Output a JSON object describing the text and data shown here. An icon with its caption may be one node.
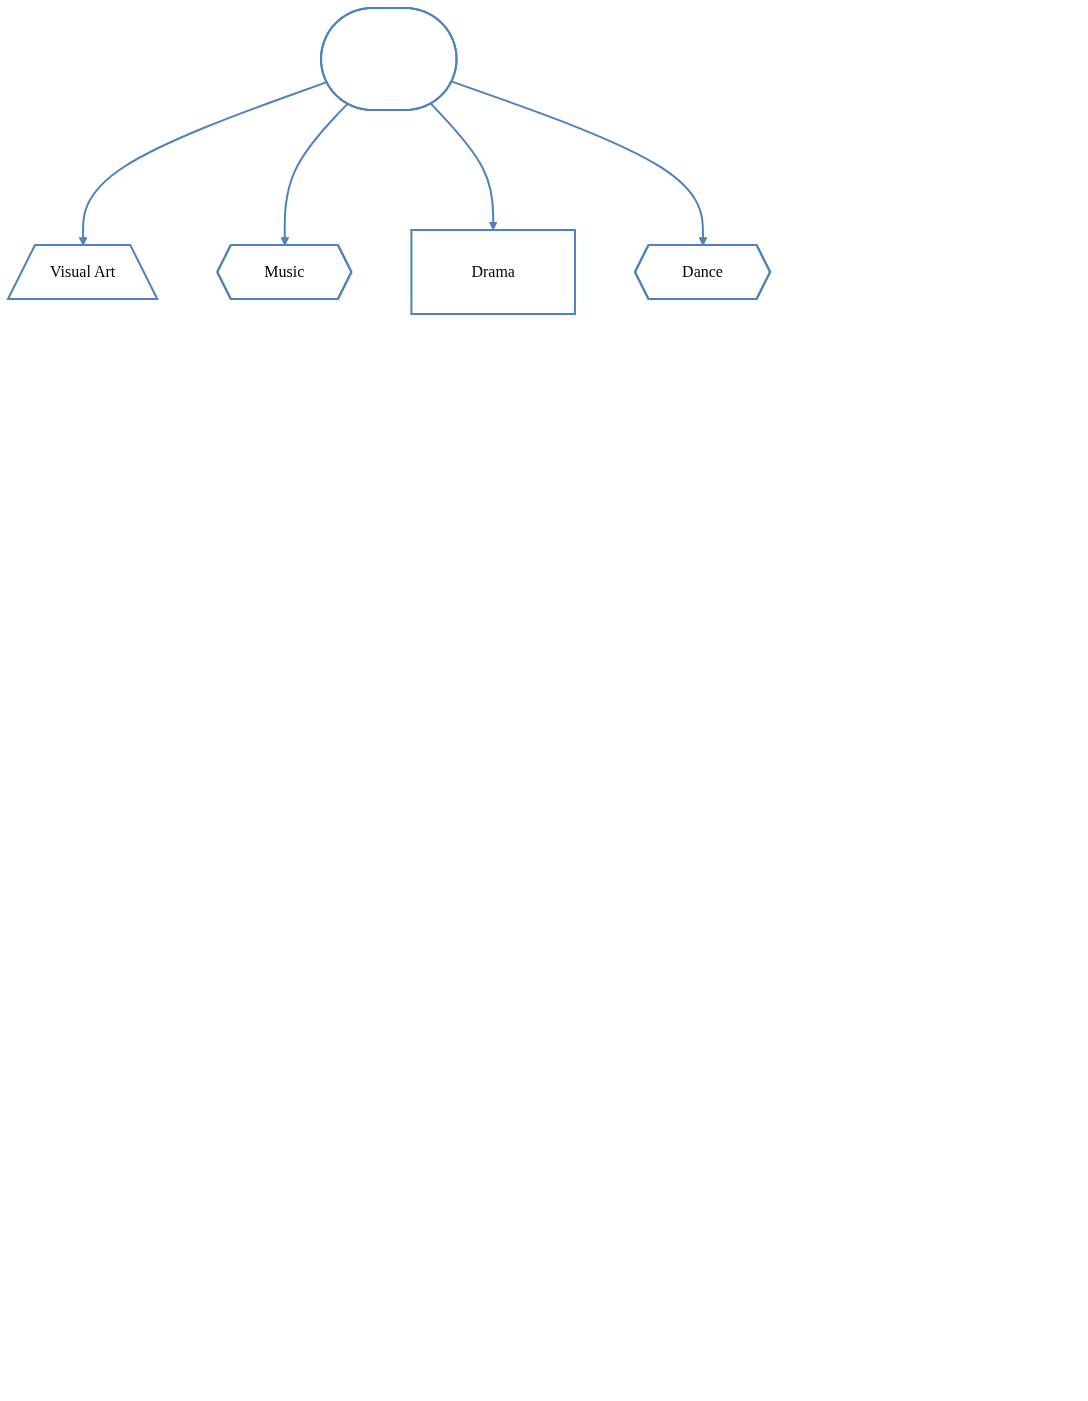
{
  "diagram": {
    "nodes": [
      {
        "text": [
          "Visual Art"
        ]
      },
      {
        "text": [
          "Music"
        ]
      },
      {
        "text": [],
        "shape": "ellipse"
      },
      {
        "text": [
          "Drama"
        ]
      },
      {
        "text": [
          "Dance"
        ]
      }
    ],
    "edges": [
      {
        "from": 2,
        "to": 0,
        "arrow": "to"
      },
      {
        "from": 2,
        "to": 1,
        "arrow": "to"
      },
      {
        "from": 2,
        "to": 3,
        "arrow": "to"
      },
      {
        "from": 2,
        "to": 4,
        "arrow": "to"
      }
    ]
  }
}
